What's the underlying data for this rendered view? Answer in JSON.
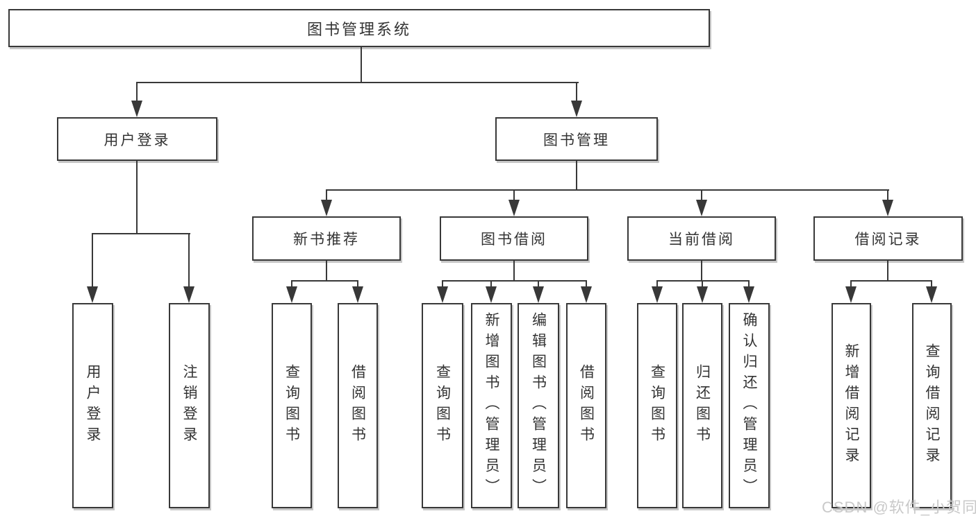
{
  "diagram": {
    "root": {
      "label": "图书管理系统"
    },
    "branches": [
      {
        "label": "用户登录",
        "children": [
          {
            "label": "用户登录"
          },
          {
            "label": "注销登录"
          }
        ]
      },
      {
        "label": "图书管理",
        "sections": [
          {
            "label": "新书推荐",
            "children": [
              {
                "label": "查询图书"
              },
              {
                "label": "借阅图书"
              }
            ]
          },
          {
            "label": "图书借阅",
            "children": [
              {
                "label": "查询图书"
              },
              {
                "label": "新增图书（管理员）"
              },
              {
                "label": "编辑图书（管理员）"
              },
              {
                "label": "借阅图书"
              }
            ]
          },
          {
            "label": "当前借阅",
            "children": [
              {
                "label": "查询图书"
              },
              {
                "label": "归还图书"
              },
              {
                "label": "确认归还（管理员）"
              }
            ]
          },
          {
            "label": "借阅记录",
            "children": [
              {
                "label": "新增借阅记录"
              },
              {
                "label": "查询借阅记录"
              }
            ]
          }
        ]
      }
    ]
  },
  "watermark": {
    "text": "CSDN @软件_小贺同学"
  },
  "colors": {
    "line": "#383838",
    "text": "#333333",
    "box_background": "#ffffff",
    "watermark": "#c9c9c9"
  }
}
